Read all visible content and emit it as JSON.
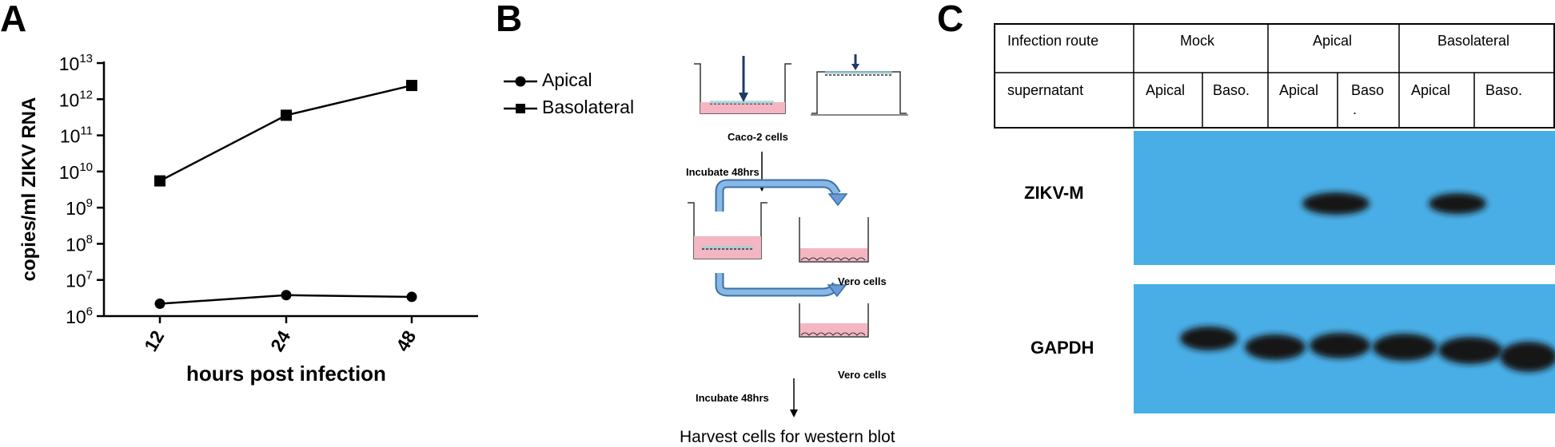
{
  "panels": {
    "a": "A",
    "b": "B",
    "c": "C"
  },
  "chart_data": {
    "type": "line",
    "x": [
      12,
      24,
      48
    ],
    "categories": [
      "12",
      "24",
      "48"
    ],
    "series": [
      {
        "name": "Apical",
        "values": [
          2200000.0,
          3800000.0,
          3400000.0
        ],
        "marker": "circle"
      },
      {
        "name": "Basolateral",
        "values": [
          5500000000.0,
          360000000000.0,
          2400000000000.0
        ],
        "marker": "square"
      }
    ],
    "xlabel": "hours post infection",
    "ylabel": "copies/ml ZIKV RNA",
    "yscale": "log",
    "ylim": [
      1000000.0,
      10000000000000.0
    ],
    "ytick_base": "10",
    "ytick_exponents": [
      "6",
      "7",
      "8",
      "9",
      "10",
      "11",
      "12",
      "13"
    ],
    "grid": false,
    "legend_position": "right"
  },
  "diagram": {
    "cell_label_1": "Caco-2 cells",
    "incubate_1": "Incubate 48hrs",
    "vero_1": "Vero cells",
    "vero_2": "Vero cells",
    "incubate_2": "Incubate 48hrs",
    "harvest": "Harvest cells for western blot",
    "colors": {
      "medium": "#f4b6c2",
      "flow_arrow": "#6b9bd2",
      "down_arrow": "#1f3a64"
    }
  },
  "table": {
    "row1": [
      "Infection route",
      "Mock",
      "Apical",
      "Basolateral"
    ],
    "row2": [
      "supernatant",
      "Apical",
      "Baso.",
      "Apical",
      "Baso",
      "Apical",
      "Baso."
    ],
    "row2_extra": "."
  },
  "blot": {
    "band1_label": "ZIKV-M",
    "band2_label": "GAPDH",
    "background_color": "#4aaee6"
  }
}
